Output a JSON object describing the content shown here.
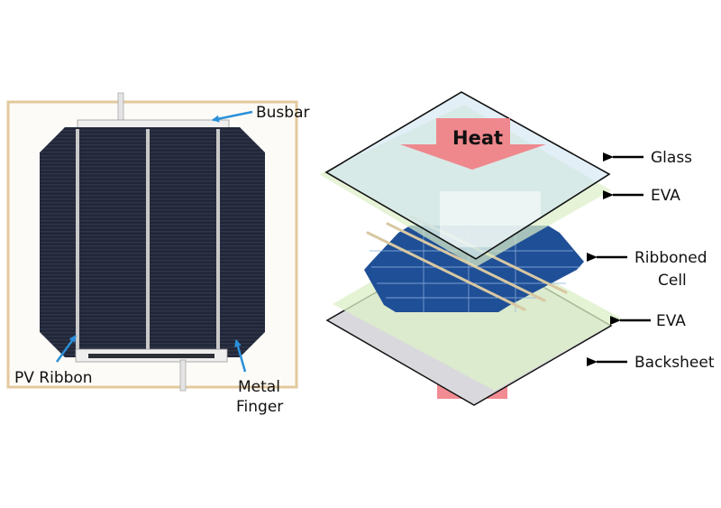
{
  "left_photo": {
    "busbar_label": "Busbar",
    "pv_ribbon_label": "PV Ribbon",
    "metal_finger_label_line1": "Metal",
    "metal_finger_label_line2": "Finger"
  },
  "right_diagram": {
    "heat_label": "Heat",
    "layers": {
      "glass": "Glass",
      "eva_top": "EVA",
      "ribboned_cell_line1": "Ribboned",
      "ribboned_cell_line2": "Cell",
      "eva_bottom": "EVA",
      "backsheet": "Backsheet"
    }
  },
  "colors": {
    "arrow_blue": "#2a8fd9",
    "cell_dark": "#1f2436",
    "heat_red": "#f07f86",
    "glass_fill": "#cfe4f2",
    "eva_fill": "#dcefc7",
    "backsheet_fill": "#d9d9dd",
    "cell_blue": "#1f4f96"
  }
}
